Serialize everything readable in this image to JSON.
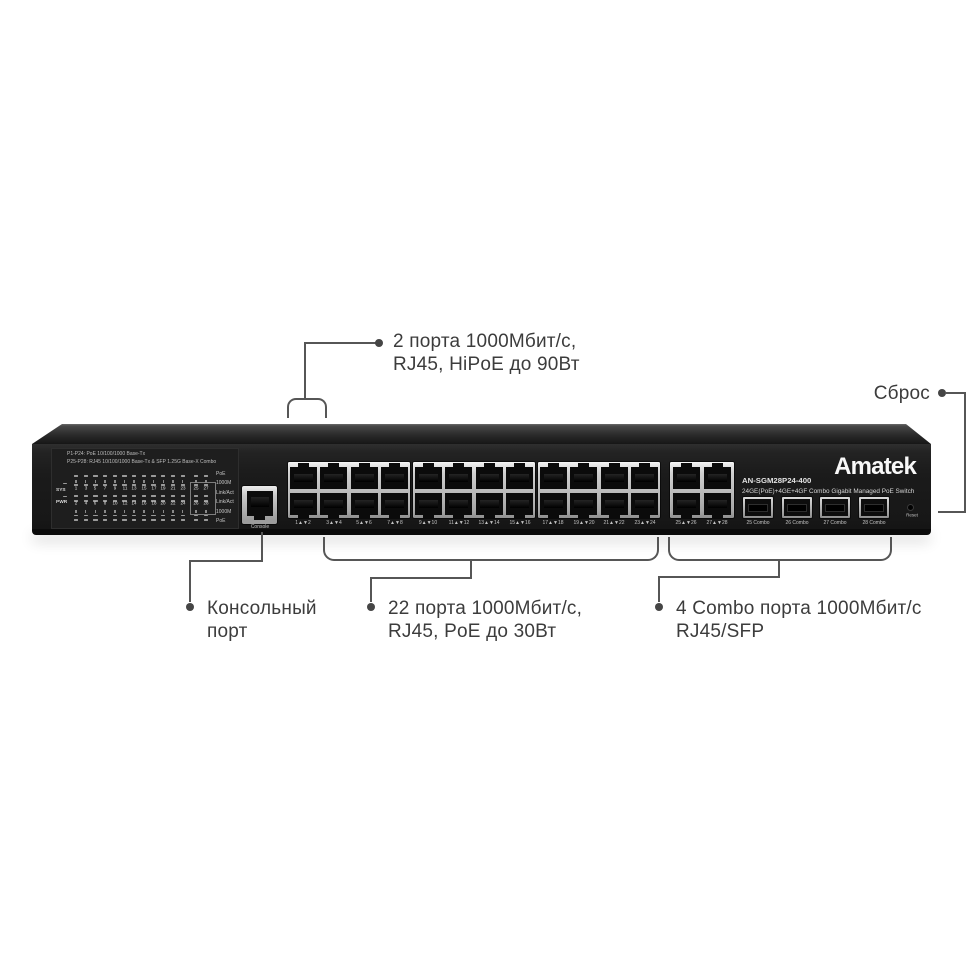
{
  "callouts": {
    "hipoe": {
      "line1": "2 порта 1000Мбит/с,",
      "line2": "RJ45, HiPoE до 90Вт"
    },
    "reset": {
      "label": "Сброс"
    },
    "console": {
      "line1": "Консольный",
      "line2": "порт"
    },
    "poe": {
      "line1": "22 порта 1000Мбит/с,",
      "line2": "RJ45, PoE до 30Вт"
    },
    "combo": {
      "line1": "4 Combo порта 1000Мбит/с",
      "line2": "RJ45/SFP"
    }
  },
  "switch": {
    "brand": "Amatek",
    "model": "AN-SGM28P24-400",
    "subtitle": "24GE(PoE)+4GE+4GF Combo Gigabit Managed PoE Switch",
    "console_label": "Console",
    "reset_label": "Reset",
    "led_panel": {
      "header1": "P1-P24: PoE 10/100/1000 Base-Tx",
      "header2": "P25-P28: RJ45 10/100/1000 Base-Tx & SFP 1.25G Base-X Combo",
      "sys_label": "SYS",
      "pwr_label": "PWR",
      "odd_numbers": [
        1,
        3,
        5,
        7,
        9,
        11,
        13,
        15,
        17,
        19,
        21,
        23
      ],
      "even_numbers": [
        2,
        4,
        6,
        8,
        10,
        12,
        14,
        16,
        18,
        20,
        22,
        24
      ],
      "combo_odd": [
        25,
        27
      ],
      "combo_even": [
        26,
        28
      ],
      "right_labels": [
        "PoE",
        "1000M",
        "Link/Act",
        "Link/Act",
        "1000M",
        "PoE"
      ]
    },
    "port_groups": [
      [
        [
          1,
          2
        ],
        [
          3,
          4
        ],
        [
          5,
          6
        ],
        [
          7,
          8
        ]
      ],
      [
        [
          9,
          10
        ],
        [
          11,
          12
        ],
        [
          13,
          14
        ],
        [
          15,
          16
        ]
      ],
      [
        [
          17,
          18
        ],
        [
          19,
          20
        ],
        [
          21,
          22
        ],
        [
          23,
          24
        ]
      ]
    ],
    "combo_group": [
      [
        25,
        26
      ],
      [
        27,
        28
      ]
    ],
    "port_label_separator": "▲▼",
    "sfp_labels": [
      "25 Combo",
      "26 Combo",
      "27 Combo",
      "28 Combo"
    ]
  },
  "colors": {
    "background": "#ffffff",
    "chassis": "#1b1b1b",
    "plate_silver": "#c9c9c9",
    "callout_line": "#565656",
    "callout_text": "#3c3c3c",
    "panel_text": "#c6c6c6"
  }
}
